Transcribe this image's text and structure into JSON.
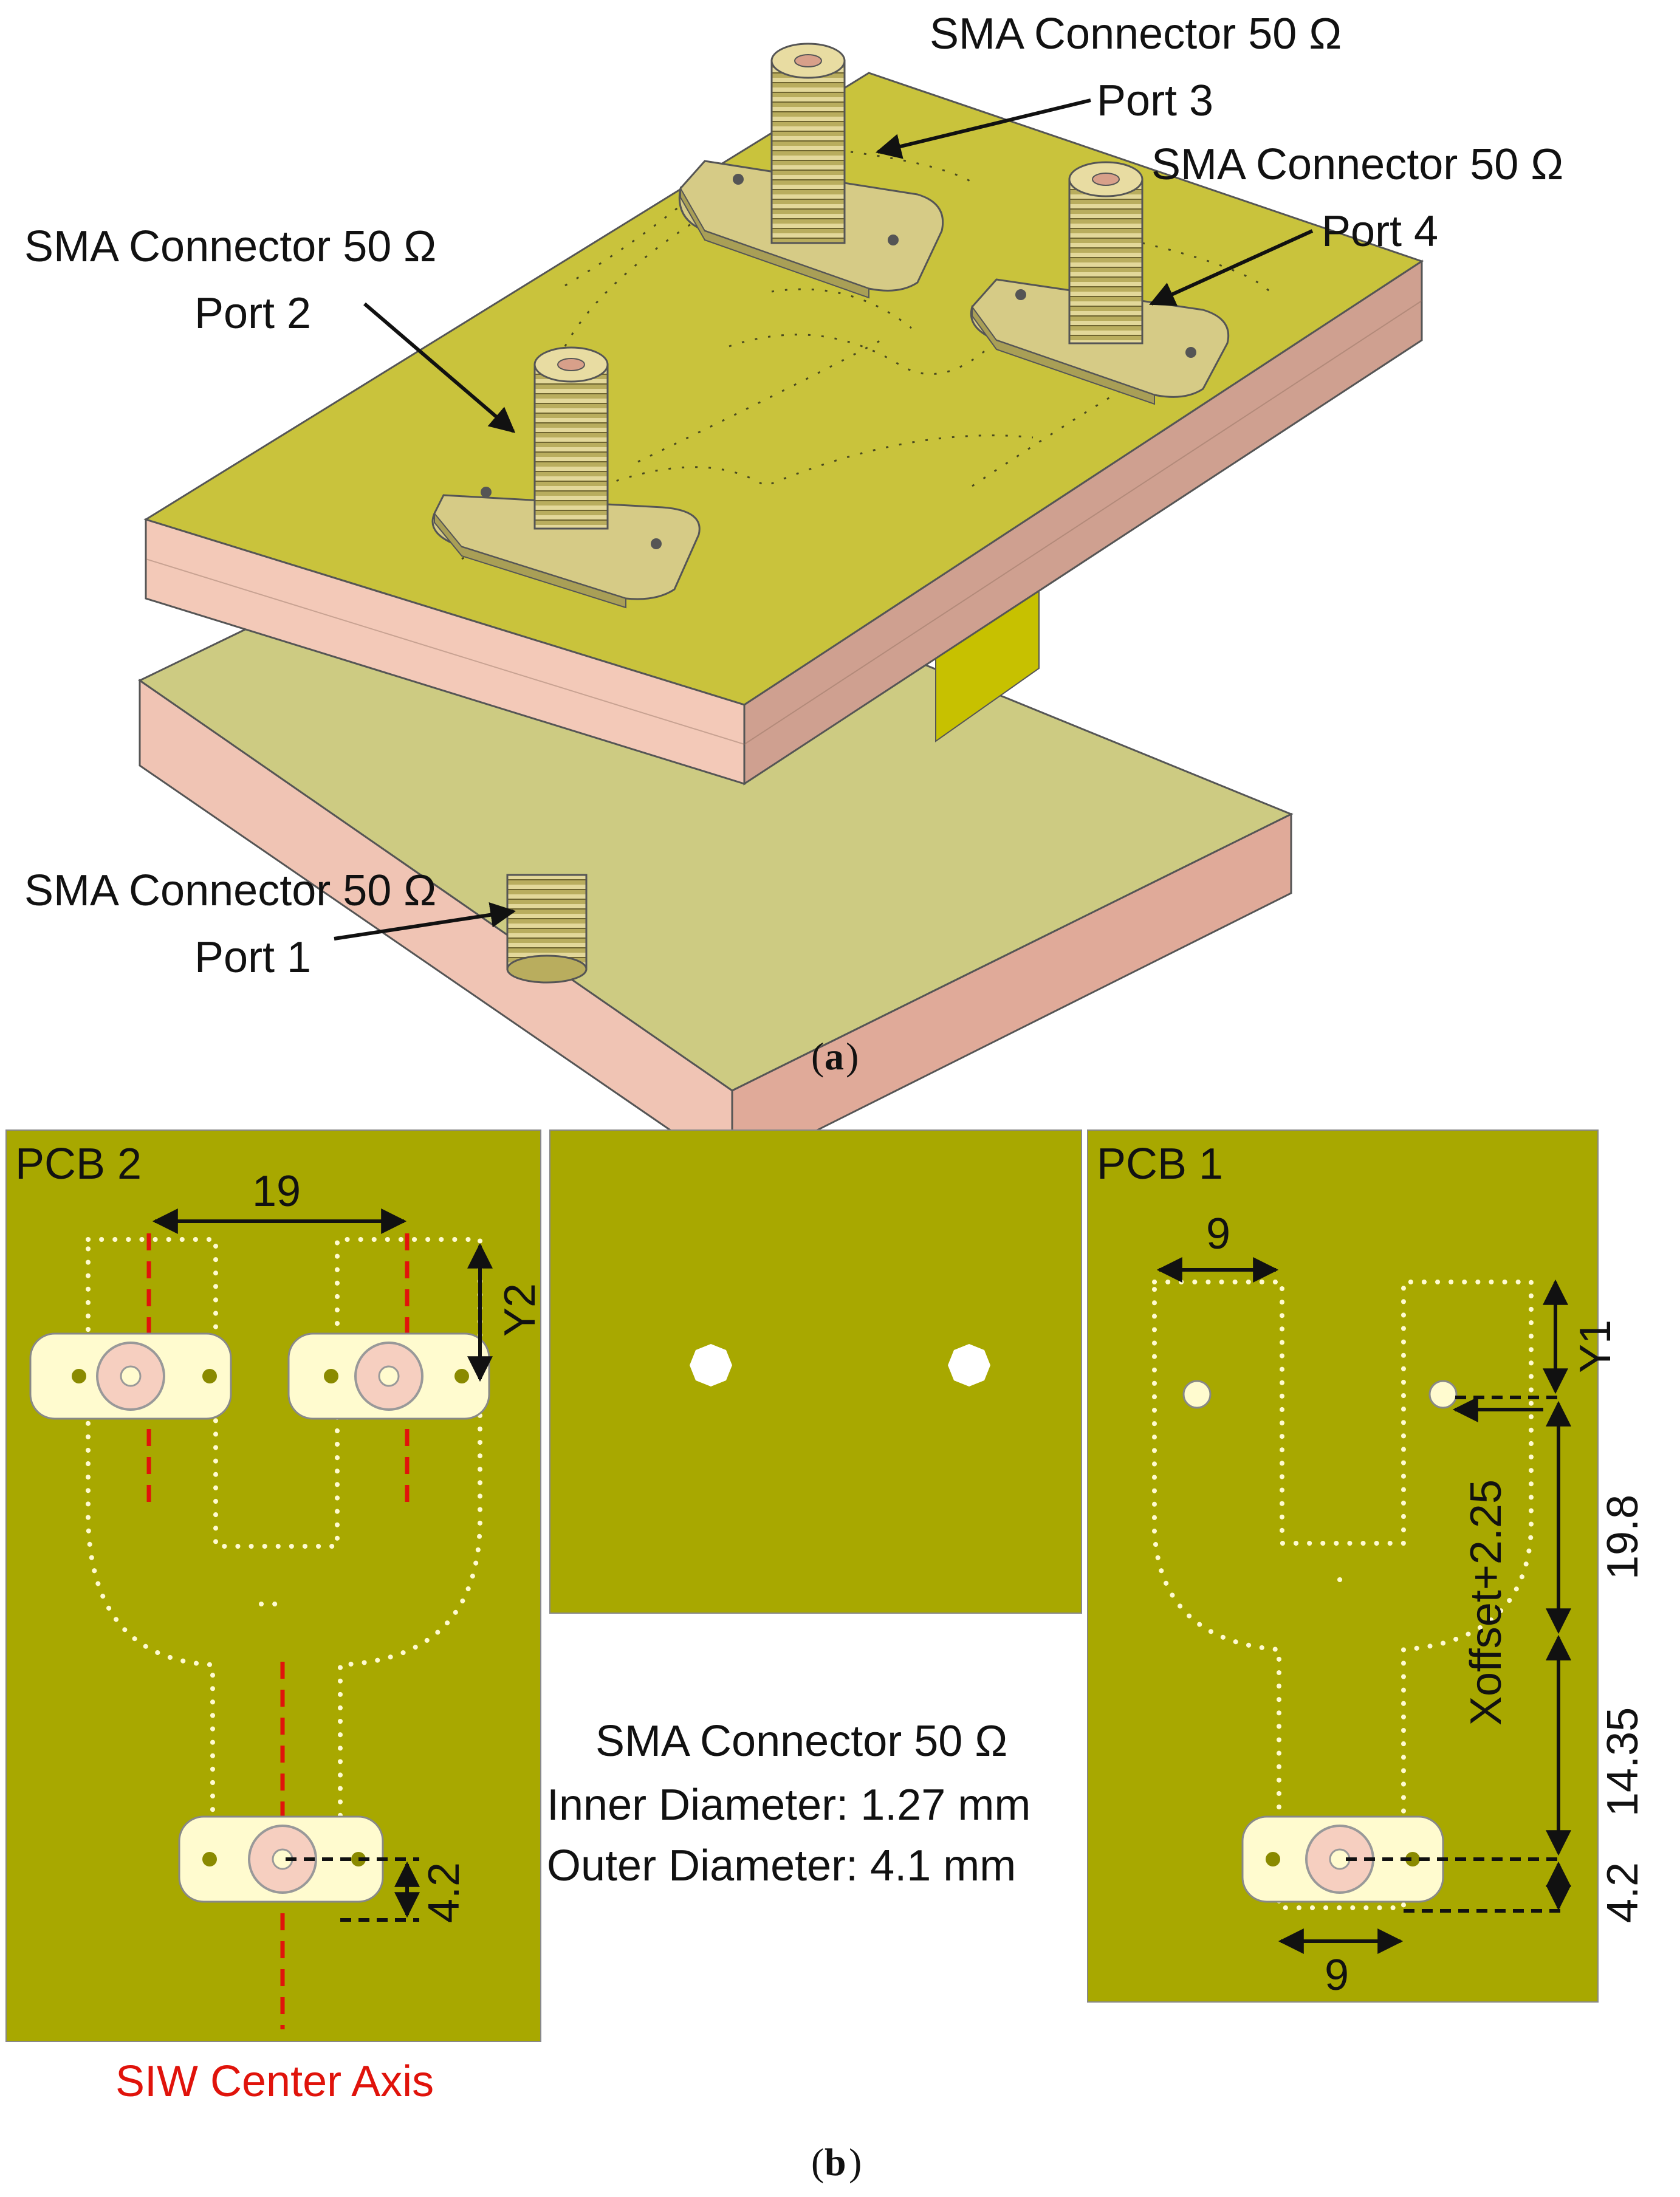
{
  "figure_a": {
    "caption_letter": "a",
    "labels": {
      "port3_title": "SMA Connector 50 Ω",
      "port3_name": "Port 3",
      "port4_title": "SMA Connector 50 Ω",
      "port4_name": "Port 4",
      "port2_title": "SMA Connector 50 Ω",
      "port2_name": "Port 2",
      "port1_title": "SMA Connector 50 Ω",
      "port1_name": "Port 1"
    }
  },
  "figure_b": {
    "caption_letter": "b",
    "pcb2": {
      "title": "PCB 2",
      "dim_top": "19",
      "dim_y2": "Y2",
      "dim_bottom": "4.2",
      "axis_label": "SIW Center Axis"
    },
    "pcb1": {
      "title": "PCB 1",
      "dim_top": "9",
      "dim_y1": "Y1",
      "dim_xoffset": "Xoffset+2.25",
      "dim_198": "19.8",
      "dim_1435": "14.35",
      "dim_42": "4.2",
      "dim_bottom": "9"
    },
    "connector_info": {
      "line1": "SMA Connector 50 Ω",
      "line2": "Inner Diameter: 1.27 mm",
      "line3": "Outer Diameter:  4.1 mm"
    }
  },
  "colors": {
    "pcb_green": "#a8a800",
    "board_top": "#c8c23a",
    "board_edge": "#e8b8a8",
    "connector_gold": "#cfc27a",
    "red_axis": "#e0130b"
  }
}
